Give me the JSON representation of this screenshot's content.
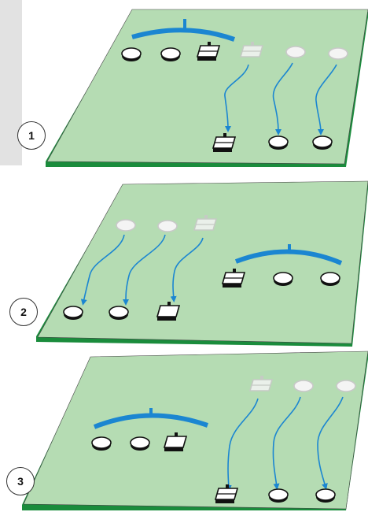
{
  "side_caption": "",
  "steps": [
    {
      "label": "1"
    },
    {
      "label": "2"
    },
    {
      "label": "3"
    }
  ],
  "colors": {
    "board": "#b5dcb3",
    "board_edge": "#1a8c3c",
    "bus": "#1b86d1",
    "arrow": "#1b86d1",
    "token_outline": "#111111",
    "ghost_outline": "#c8c8c8"
  },
  "icons": [
    "coin-disc-icon",
    "pencil-stack-icon",
    "arrow-icon",
    "bus-bar-icon"
  ]
}
